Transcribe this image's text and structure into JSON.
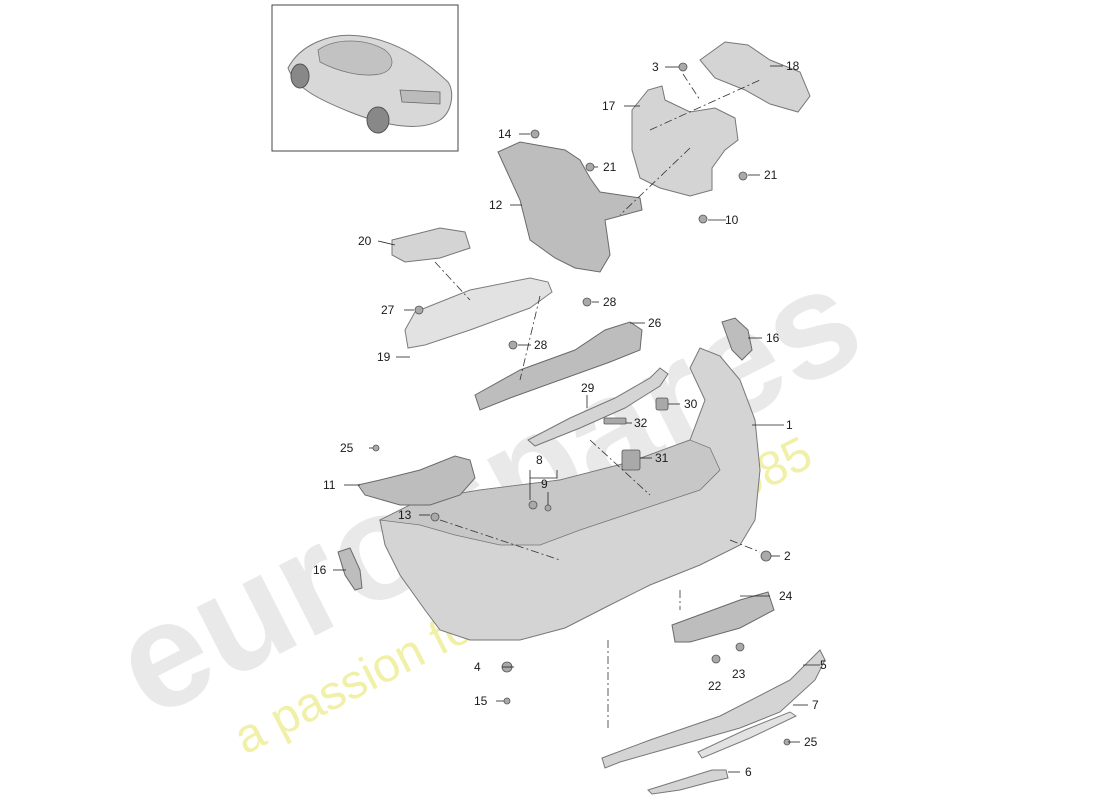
{
  "watermark": {
    "brand": "eurospares",
    "tagline": "a passion for parts since 1985"
  },
  "callouts": [
    {
      "id": "1",
      "label": "1"
    },
    {
      "id": "2",
      "label": "2"
    },
    {
      "id": "3",
      "label": "3"
    },
    {
      "id": "4",
      "label": "4"
    },
    {
      "id": "5",
      "label": "5"
    },
    {
      "id": "6",
      "label": "6"
    },
    {
      "id": "7",
      "label": "7"
    },
    {
      "id": "8",
      "label": "8"
    },
    {
      "id": "9",
      "label": "9"
    },
    {
      "id": "10",
      "label": "10"
    },
    {
      "id": "11",
      "label": "11"
    },
    {
      "id": "12",
      "label": "12"
    },
    {
      "id": "13",
      "label": "13"
    },
    {
      "id": "14",
      "label": "14"
    },
    {
      "id": "15",
      "label": "15"
    },
    {
      "id": "16a",
      "label": "16"
    },
    {
      "id": "16b",
      "label": "16"
    },
    {
      "id": "17",
      "label": "17"
    },
    {
      "id": "18",
      "label": "18"
    },
    {
      "id": "19",
      "label": "19"
    },
    {
      "id": "20",
      "label": "20"
    },
    {
      "id": "21a",
      "label": "21"
    },
    {
      "id": "21b",
      "label": "21"
    },
    {
      "id": "22",
      "label": "22"
    },
    {
      "id": "23",
      "label": "23"
    },
    {
      "id": "24",
      "label": "24"
    },
    {
      "id": "25a",
      "label": "25"
    },
    {
      "id": "25b",
      "label": "25"
    },
    {
      "id": "26",
      "label": "26"
    },
    {
      "id": "27",
      "label": "27"
    },
    {
      "id": "28a",
      "label": "28"
    },
    {
      "id": "28b",
      "label": "28"
    },
    {
      "id": "29",
      "label": "29"
    },
    {
      "id": "30",
      "label": "30"
    },
    {
      "id": "31",
      "label": "31"
    },
    {
      "id": "32",
      "label": "32"
    }
  ]
}
